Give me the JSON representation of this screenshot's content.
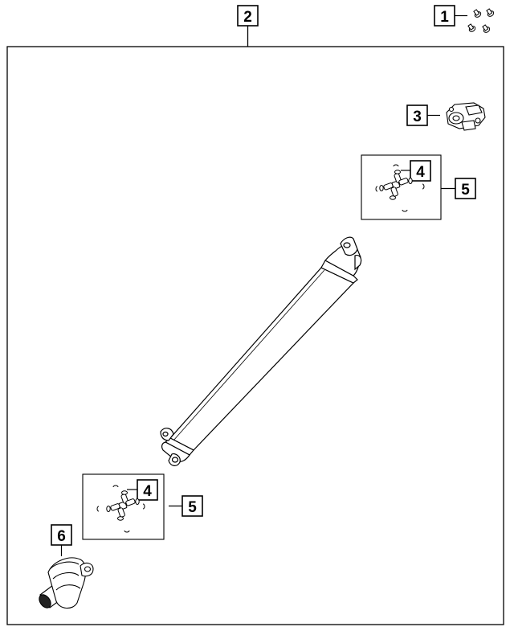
{
  "callouts": {
    "c1": "1",
    "c2": "2",
    "c3": "3",
    "c4a": "4",
    "c5a": "5",
    "c4b": "4",
    "c5b": "5",
    "c6": "6"
  },
  "parts": [
    {
      "callout": "1",
      "icon": "bolt-set-icon"
    },
    {
      "callout": "2",
      "icon": "drive-shaft-icon"
    },
    {
      "callout": "3",
      "icon": "center-bearing-bracket-icon"
    },
    {
      "callout": "4",
      "icon": "universal-joint-icon"
    },
    {
      "callout": "5",
      "icon": "u-joint-kit-icon"
    },
    {
      "callout": "6",
      "icon": "boot-yoke-icon"
    }
  ]
}
